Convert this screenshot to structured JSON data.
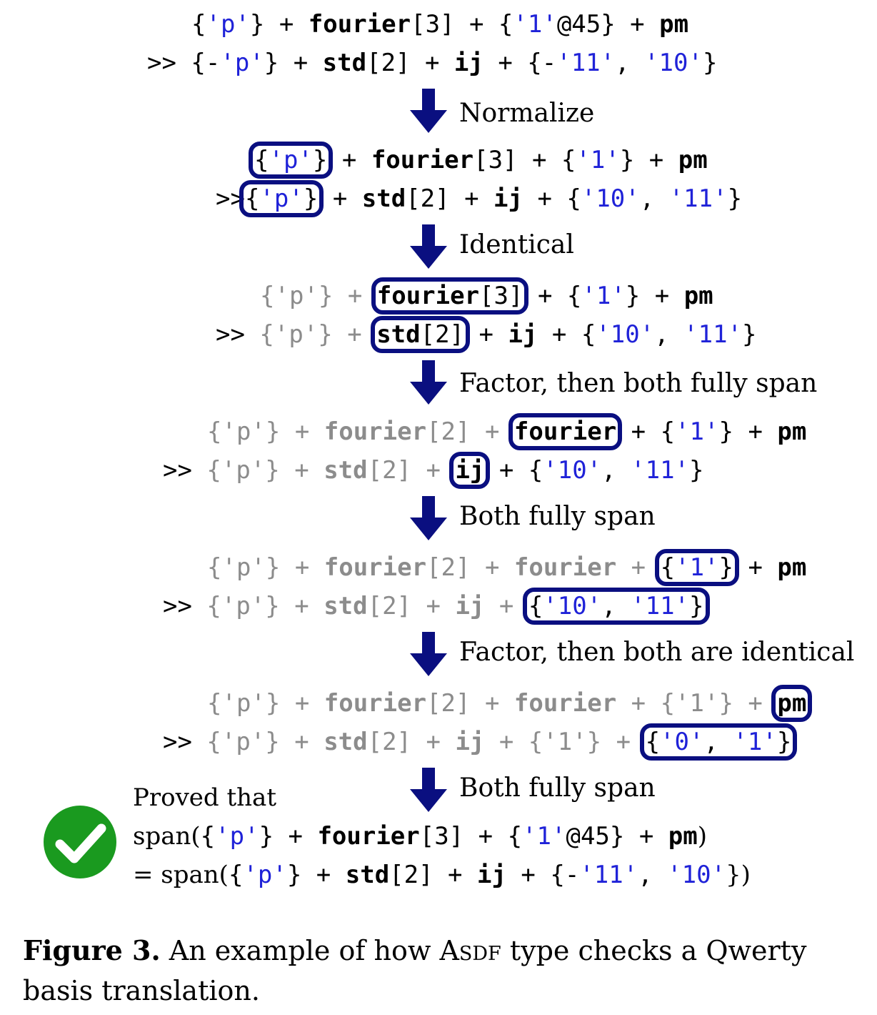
{
  "rows": [
    {
      "tokens": [
        {
          "t": "{"
        },
        {
          "t": "'p'",
          "c": "s"
        },
        {
          "t": "} + "
        },
        {
          "t": "fourier",
          "b": true
        },
        {
          "t": "[3] + {"
        },
        {
          "t": "'1'",
          "c": "s"
        },
        {
          "t": "@45} + "
        },
        {
          "t": "pm",
          "b": true
        }
      ]
    },
    {
      "tokens": [
        {
          "t": ">> {-"
        },
        {
          "t": "'p'",
          "c": "s"
        },
        {
          "t": "} + "
        },
        {
          "t": "std",
          "b": true
        },
        {
          "t": "[2] + "
        },
        {
          "t": "ij",
          "b": true
        },
        {
          "t": " + {-"
        },
        {
          "t": "'11'",
          "c": "s"
        },
        {
          "t": ", "
        },
        {
          "t": "'10'",
          "c": "s"
        },
        {
          "t": "}"
        }
      ]
    },
    {
      "tokens": [
        {
          "box": true,
          "parts": [
            {
              "t": "{"
            },
            {
              "t": "'p'",
              "c": "s"
            },
            {
              "t": "}"
            }
          ]
        },
        {
          "t": " + "
        },
        {
          "t": "fourier",
          "b": true
        },
        {
          "t": "[3] + {"
        },
        {
          "t": "'1'",
          "c": "s"
        },
        {
          "t": "} + "
        },
        {
          "t": "pm",
          "b": true
        }
      ]
    },
    {
      "tokens": [
        {
          "t": ">>"
        },
        {
          "box": true,
          "parts": [
            {
              "t": "{"
            },
            {
              "t": "'p'",
              "c": "s"
            },
            {
              "t": "}"
            }
          ]
        },
        {
          "t": " + "
        },
        {
          "t": "std",
          "b": true
        },
        {
          "t": "[2] + "
        },
        {
          "t": "ij",
          "b": true
        },
        {
          "t": " + {"
        },
        {
          "t": "'10'",
          "c": "s"
        },
        {
          "t": ", "
        },
        {
          "t": "'11'",
          "c": "s"
        },
        {
          "t": "}"
        }
      ]
    },
    {
      "tokens": [
        {
          "t": "{'p'} + ",
          "c": "g"
        },
        {
          "box": true,
          "parts": [
            {
              "t": "fourier",
              "b": true
            },
            {
              "t": "[3]"
            }
          ]
        },
        {
          "t": " + {"
        },
        {
          "t": "'1'",
          "c": "s"
        },
        {
          "t": "} + "
        },
        {
          "t": "pm",
          "b": true
        }
      ]
    },
    {
      "tokens": [
        {
          "t": ">> "
        },
        {
          "t": "{'p'} + ",
          "c": "g"
        },
        {
          "box": true,
          "parts": [
            {
              "t": "std",
              "b": true
            },
            {
              "t": "[2]"
            }
          ]
        },
        {
          "t": " + "
        },
        {
          "t": "ij",
          "b": true
        },
        {
          "t": " + {"
        },
        {
          "t": "'10'",
          "c": "s"
        },
        {
          "t": ", "
        },
        {
          "t": "'11'",
          "c": "s"
        },
        {
          "t": "}"
        }
      ]
    },
    {
      "tokens": [
        {
          "t": "{'p'} + ",
          "c": "g"
        },
        {
          "t": "fourier",
          "b": true,
          "c": "g"
        },
        {
          "t": "[2] + ",
          "c": "g"
        },
        {
          "box": true,
          "parts": [
            {
              "t": "fourier",
              "b": true
            }
          ]
        },
        {
          "t": " + {"
        },
        {
          "t": "'1'",
          "c": "s"
        },
        {
          "t": "} + "
        },
        {
          "t": "pm",
          "b": true
        }
      ]
    },
    {
      "tokens": [
        {
          "t": ">> "
        },
        {
          "t": "{'p'} + ",
          "c": "g"
        },
        {
          "t": "std",
          "b": true,
          "c": "g"
        },
        {
          "t": "[2] + ",
          "c": "g"
        },
        {
          "box": true,
          "parts": [
            {
              "t": "ij",
              "b": true
            }
          ]
        },
        {
          "t": " + {"
        },
        {
          "t": "'10'",
          "c": "s"
        },
        {
          "t": ", "
        },
        {
          "t": "'11'",
          "c": "s"
        },
        {
          "t": "}"
        }
      ]
    },
    {
      "tokens": [
        {
          "t": "{'p'} + ",
          "c": "g"
        },
        {
          "t": "fourier",
          "b": true,
          "c": "g"
        },
        {
          "t": "[2] + ",
          "c": "g"
        },
        {
          "t": "fourier",
          "b": true,
          "c": "g"
        },
        {
          "t": " + ",
          "c": "g"
        },
        {
          "box": true,
          "parts": [
            {
              "t": "{"
            },
            {
              "t": "'1'",
              "c": "s"
            },
            {
              "t": "}"
            }
          ]
        },
        {
          "t": " + "
        },
        {
          "t": "pm",
          "b": true
        }
      ]
    },
    {
      "tokens": [
        {
          "t": ">> "
        },
        {
          "t": "{'p'} + ",
          "c": "g"
        },
        {
          "t": "std",
          "b": true,
          "c": "g"
        },
        {
          "t": "[2] + ",
          "c": "g"
        },
        {
          "t": "ij",
          "b": true,
          "c": "g"
        },
        {
          "t": " + ",
          "c": "g"
        },
        {
          "box": true,
          "parts": [
            {
              "t": "{"
            },
            {
              "t": "'10'",
              "c": "s"
            },
            {
              "t": ", "
            },
            {
              "t": "'11'",
              "c": "s"
            },
            {
              "t": "}"
            }
          ]
        }
      ]
    },
    {
      "tokens": [
        {
          "t": "{'p'} + ",
          "c": "g"
        },
        {
          "t": "fourier",
          "b": true,
          "c": "g"
        },
        {
          "t": "[2] + ",
          "c": "g"
        },
        {
          "t": "fourier",
          "b": true,
          "c": "g"
        },
        {
          "t": " + {'1'} + ",
          "c": "g"
        },
        {
          "box": true,
          "parts": [
            {
              "t": "pm",
              "b": true
            }
          ]
        }
      ]
    },
    {
      "tokens": [
        {
          "t": ">> "
        },
        {
          "t": "{'p'} + ",
          "c": "g"
        },
        {
          "t": "std",
          "b": true,
          "c": "g"
        },
        {
          "t": "[2] + ",
          "c": "g"
        },
        {
          "t": "ij",
          "b": true,
          "c": "g"
        },
        {
          "t": " + {'1'} + ",
          "c": "g"
        },
        {
          "box": true,
          "parts": [
            {
              "t": "{"
            },
            {
              "t": "'0'",
              "c": "s"
            },
            {
              "t": ", "
            },
            {
              "t": "'1'",
              "c": "s"
            },
            {
              "t": "}"
            }
          ]
        }
      ]
    },
    {
      "tokens": [
        {
          "t": "span(",
          "f": "serif"
        },
        {
          "t": "{"
        },
        {
          "t": "'p'",
          "c": "s"
        },
        {
          "t": "} + "
        },
        {
          "t": "fourier",
          "b": true
        },
        {
          "t": "[3] + {"
        },
        {
          "t": "'1'",
          "c": "s"
        },
        {
          "t": "@45} + "
        },
        {
          "t": "pm",
          "b": true
        },
        {
          "t": ")",
          "f": "serif"
        }
      ]
    },
    {
      "tokens": [
        {
          "t": "= span(",
          "f": "serif"
        },
        {
          "t": "{"
        },
        {
          "t": "'p'",
          "c": "s"
        },
        {
          "t": "} + "
        },
        {
          "t": "std",
          "b": true
        },
        {
          "t": "[2] + "
        },
        {
          "t": "ij",
          "b": true
        },
        {
          "t": " + {-"
        },
        {
          "t": "'11'",
          "c": "s"
        },
        {
          "t": ", "
        },
        {
          "t": "'10'",
          "c": "s"
        },
        {
          "t": "})",
          "f": "serif"
        }
      ]
    }
  ],
  "steps": [
    "Normalize",
    "Identical",
    "Factor, then both fully span",
    "Both fully span",
    "Factor, then both are identical",
    "Both fully span"
  ],
  "proved_label": "Proved that",
  "caption": {
    "figure_label": "Figure 3.",
    "text_before": " An example of how ",
    "tool_name": "Asdf",
    "text_after": " type checks a Qwerty basis translation."
  },
  "colors": {
    "string": "#1f22d8",
    "faded": "#8c8c8c",
    "box": "#0a0f80",
    "arrow": "#0a0f80",
    "check": "#1a9a1f"
  },
  "icons": {
    "arrow": "down-arrow-icon",
    "check": "checkmark-circle-icon"
  }
}
